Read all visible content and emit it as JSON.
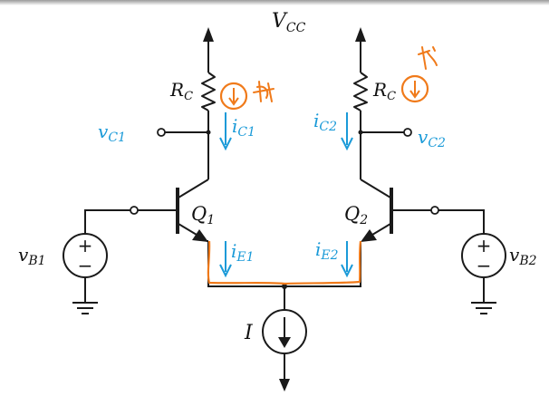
{
  "diagram": {
    "supply": {
      "base": "V",
      "sub": "CC"
    },
    "resistor_left": {
      "base": "R",
      "sub": "C"
    },
    "resistor_right": {
      "base": "R",
      "sub": "C"
    },
    "current_source": {
      "label": "I"
    },
    "transistor_left": {
      "base": "Q",
      "sub": "1"
    },
    "transistor_right": {
      "base": "Q",
      "sub": "2"
    },
    "collector_voltage_left": {
      "base": "v",
      "sub": "C1"
    },
    "collector_voltage_right": {
      "base": "v",
      "sub": "C2"
    },
    "collector_current_left": {
      "base": "i",
      "sub": "C1"
    },
    "collector_current_right": {
      "base": "i",
      "sub": "C2"
    },
    "emitter_current_left": {
      "base": "i",
      "sub": "E1"
    },
    "emitter_current_right": {
      "base": "i",
      "sub": "E2"
    },
    "base_source_left": {
      "base": "v",
      "sub": "B1"
    },
    "base_source_right": {
      "base": "v",
      "sub": "B2"
    },
    "source_polarity": {
      "plus": "+",
      "minus": "−"
    },
    "colors": {
      "wire": "#1a1a1a",
      "blue_label": "#1a9ad8",
      "orange_annotation": "#f07a1a"
    }
  }
}
